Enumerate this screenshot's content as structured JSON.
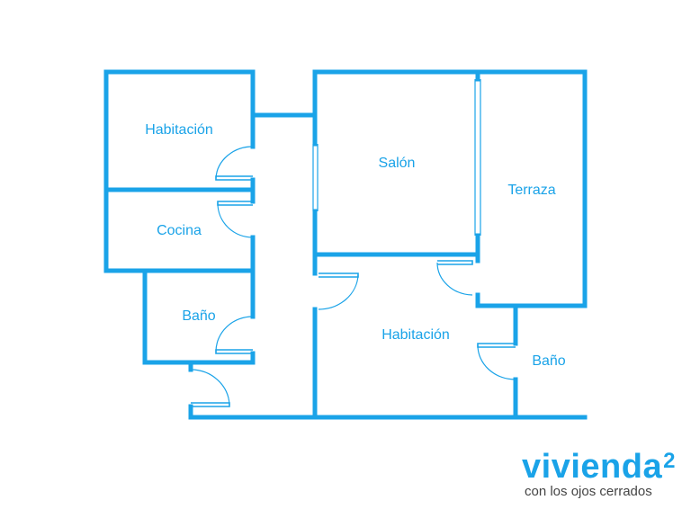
{
  "colors": {
    "wall": "#1aa3e8",
    "label": "#1aa3e8",
    "brand": "#1aa3e8",
    "tagline": "#444444"
  },
  "rooms": {
    "habitacion_top": "Habitación",
    "cocina": "Cocina",
    "bano_left": "Baño",
    "salon": "Salón",
    "terraza": "Terraza",
    "habitacion_bottom": "Habitación",
    "bano_right": "Baño"
  },
  "brand": {
    "name": "vivienda",
    "superscript": "2",
    "tagline": "con los ojos cerrados"
  }
}
